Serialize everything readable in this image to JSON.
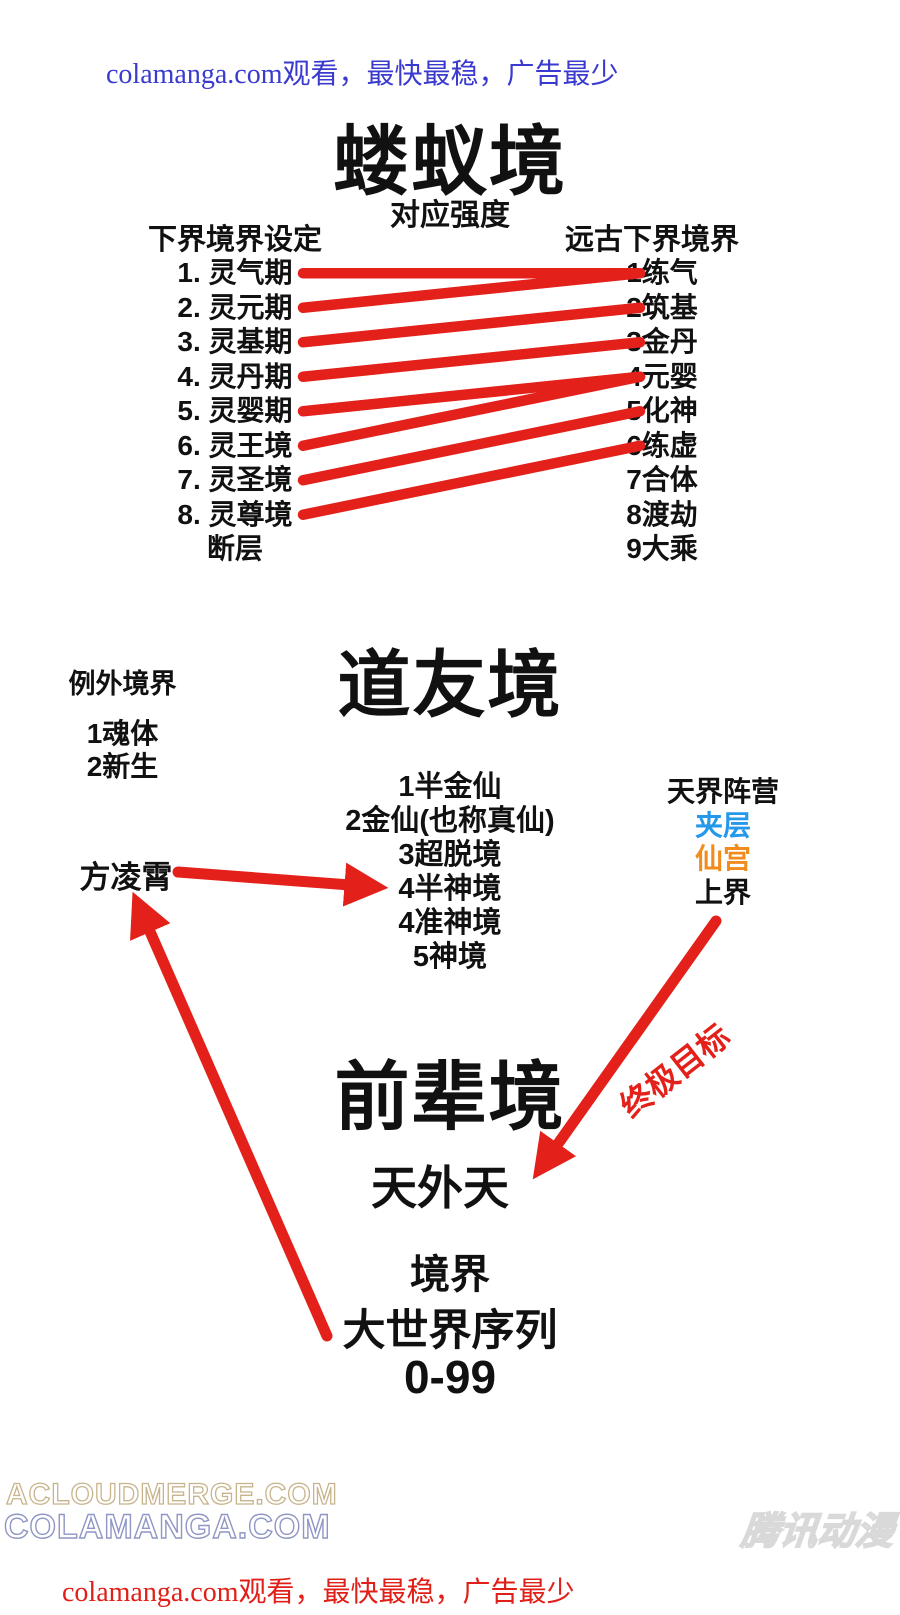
{
  "colors": {
    "red": "#e3211a",
    "notice_blue": "#3a3ace",
    "notice_red": "#e02018",
    "camp_blue": "#2598ea",
    "camp_orange": "#f08c1e",
    "ink": "#111111",
    "watermark_tan": "#c8b48c",
    "watermark_blue": "#8f96c4",
    "logo_gray": "#d9d9d9"
  },
  "page": {
    "top_notice": "colamanga.com观看，最快最稳，广告最少",
    "bottom_notice": "colamanga.com观看，最快最稳，广告最少"
  },
  "louyi": {
    "title": "蝼蚁境",
    "subtitle": "对应强度",
    "left_column": {
      "header": "下界境界设定",
      "items": [
        "1. 灵气期",
        "2. 灵元期",
        "3. 灵基期",
        "4. 灵丹期",
        "5. 灵婴期",
        "6. 灵王境",
        "7. 灵圣境",
        "8. 灵尊境"
      ],
      "footer": "断层"
    },
    "right_column": {
      "header": "远古下界境界",
      "items": [
        "1练气",
        "2筑基",
        "3金丹",
        "4元婴",
        "5化神",
        "6练虚",
        "7合体",
        "8渡劫",
        "9大乘"
      ]
    },
    "connections": [
      [
        0,
        0
      ],
      [
        1,
        0
      ],
      [
        2,
        1
      ],
      [
        3,
        2
      ],
      [
        4,
        3
      ],
      [
        5,
        3
      ],
      [
        6,
        4
      ],
      [
        7,
        5
      ]
    ]
  },
  "daoyou": {
    "title": "道友境",
    "exception": {
      "header": "例外境界",
      "items": [
        "1魂体",
        "2新生"
      ]
    },
    "character": "方凌霄",
    "levels": [
      "1半金仙",
      "2金仙(也称真仙)",
      "3超脱境",
      "4半神境",
      "4准神境",
      "5神境"
    ],
    "heaven_camp": {
      "header": "天界阵营",
      "items": [
        {
          "label": "夹层",
          "color": "#2598ea"
        },
        {
          "label": "仙宫",
          "color": "#f08c1e"
        },
        {
          "label": "上界",
          "color": "#111111"
        }
      ]
    }
  },
  "qianbei": {
    "title": "前辈境",
    "subtitle": "天外天",
    "arrow_label": "终极目标",
    "realm_label": "境界",
    "sequence_label": "大世界序列",
    "sequence_range": "0-99"
  },
  "watermarks": {
    "line1": "ACLOUDMERGE.COM",
    "line2": "COLAMANGA.COM",
    "publisher_logo": "腾讯动漫"
  }
}
